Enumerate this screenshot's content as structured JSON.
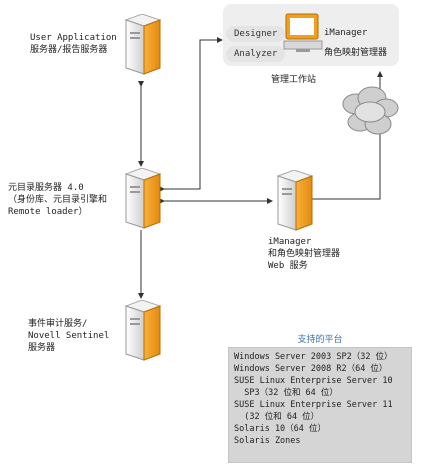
{
  "servers": {
    "user_app": "User Application\n服务器/报告服务器",
    "meta_directory": "元目录服务器 4.0\n（身份库、元目录引擎和\nRemote loader）",
    "audit": "事件审计服务/\nNovell Sentinel\n服务器",
    "imanager_web": "iManager\n和角色映射管理器\nWeb 服务"
  },
  "workstation": {
    "pills": [
      "Designer",
      "Analyzer"
    ],
    "right_labels": [
      "iManager",
      "角色映射管理器"
    ],
    "caption": "管理工作站"
  },
  "platforms": {
    "title": "支持的平台",
    "items": [
      "Windows Server 2003 SP2（32 位）",
      "Windows Server 2008 R2（64 位）",
      "SUSE Linux Enterprise Server 10",
      "  SP3（32 位和 64 位）",
      "SUSE Linux Enterprise Server 11",
      "  (32 位和 64 位）",
      "Solaris 10（64 位）",
      "Solaris Zones"
    ]
  }
}
